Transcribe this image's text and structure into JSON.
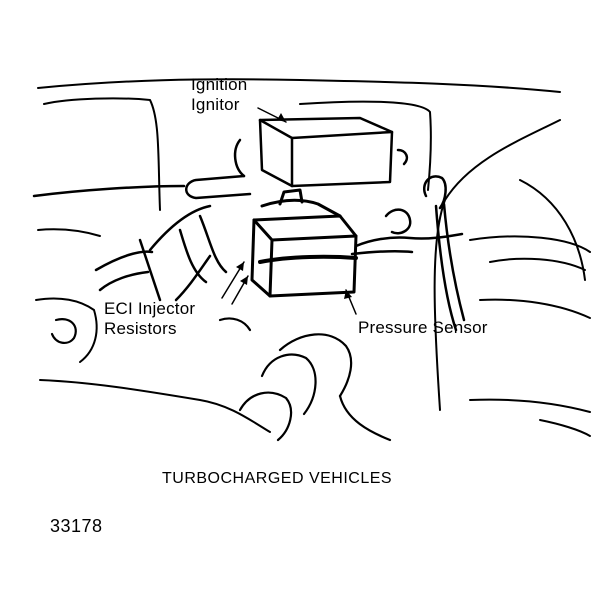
{
  "diagram": {
    "labels": {
      "ignition_line1": "Ignition",
      "ignition_line2": "Ignitor",
      "eci_line1": "ECI Injector",
      "eci_line2": "Resistors",
      "pressure_sensor": "Pressure Sensor"
    },
    "caption": "TURBOCHARGED VEHICLES",
    "figure_number": "33178"
  }
}
